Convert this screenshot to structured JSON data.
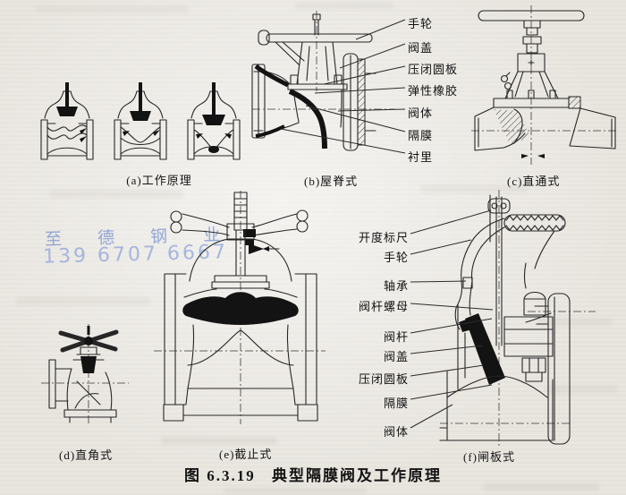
{
  "watermark": {
    "company": "至 德 钢 业",
    "phone": "139 6707 6667"
  },
  "figure_caption": {
    "number": "图 6.3.19",
    "title": "典型隔膜阀及工作原理"
  },
  "sections": {
    "a": "(a)工作原理",
    "b": "(b)屋脊式",
    "c": "(c)直通式",
    "d": "(d)直角式",
    "e": "(e)截止式",
    "f": "(f)闸板式"
  },
  "b_labels": [
    "手轮",
    "阀盖",
    "压闭圆板",
    "弹性橡胶",
    "阀体",
    "隔膜",
    "衬里"
  ],
  "f_labels": [
    "开度标尺",
    "手轮",
    "轴承",
    "阀杆螺母",
    "阀杆",
    "阀盖",
    "压闭圆板",
    "隔膜",
    "阀体"
  ],
  "colors": {
    "ink": "#262626",
    "paper": "#e9e6e0",
    "watermark_blue": "#849cd8",
    "diaphragm_black": "#131313"
  }
}
